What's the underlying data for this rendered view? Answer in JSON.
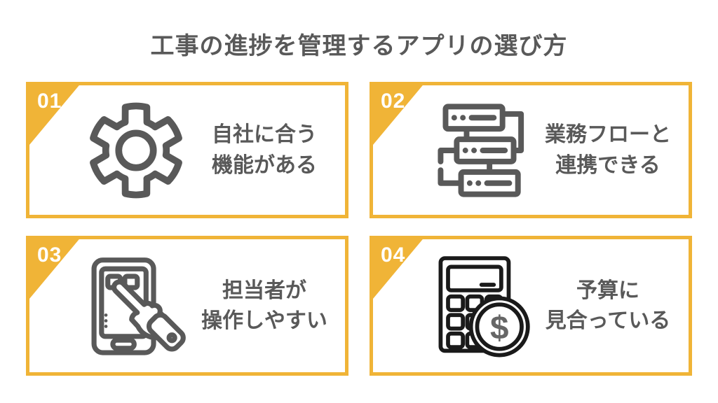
{
  "page": {
    "title": "工事の進捗を管理するアプリの選び方"
  },
  "colors": {
    "accent_yellow": "#F0B437",
    "text_gray": "#595959",
    "icon_dark": "#1a1a1a",
    "badge_text": "#FFFFFF",
    "coin_symbol_gray": "#666666"
  },
  "cards": [
    {
      "number": "01",
      "icon": "gear-icon",
      "line1": "自社に合う",
      "line2": "機能がある"
    },
    {
      "number": "02",
      "icon": "workflow-servers-icon",
      "line1": "業務フローと",
      "line2": "連携できる"
    },
    {
      "number": "03",
      "icon": "smartphone-touch-icon",
      "line1": "担当者が",
      "line2": "操作しやすい"
    },
    {
      "number": "04",
      "icon": "calculator-coin-icon",
      "line1": "予算に",
      "line2": "見合っている",
      "coin_symbol": "$"
    }
  ]
}
